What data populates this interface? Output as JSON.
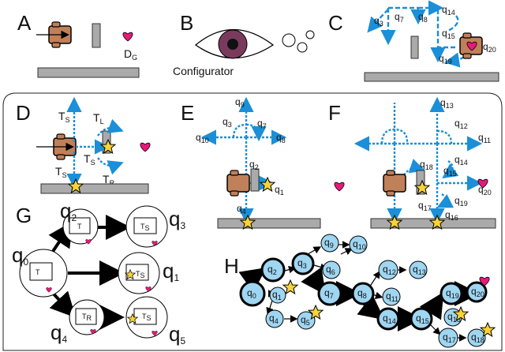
{
  "panels": {
    "A": {
      "letter": "A",
      "goal_label": "D",
      "goal_sub": "G"
    },
    "B": {
      "letter": "B",
      "caption": "Configurator"
    },
    "C": {
      "letter": "C",
      "q3": "q",
      "q3s": "3",
      "q7": "q",
      "q7s": "7",
      "q8": "q",
      "q8s": "8",
      "q14": "q",
      "q14s": "14",
      "q15": "q",
      "q15s": "15",
      "q19": "q",
      "q19s": "19",
      "q20": "q",
      "q20s": "20"
    },
    "D": {
      "letter": "D",
      "ts": "T",
      "ts_sub": "S",
      "tl": "T",
      "tl_sub": "L",
      "tr": "T",
      "tr_sub": "R"
    },
    "E": {
      "letter": "E",
      "states": [
        {
          "t": "q",
          "s": "7"
        },
        {
          "t": "q",
          "s": "8"
        },
        {
          "t": "q",
          "s": "9"
        },
        {
          "t": "q",
          "s": "10"
        },
        {
          "t": "q",
          "s": "3"
        },
        {
          "t": "q",
          "s": "2"
        },
        {
          "t": "q",
          "s": "1"
        },
        {
          "t": "q",
          "s": "4"
        }
      ]
    },
    "F": {
      "letter": "F",
      "states": [
        {
          "t": "q",
          "s": "13"
        },
        {
          "t": "q",
          "s": "12"
        },
        {
          "t": "q",
          "s": "11"
        },
        {
          "t": "q",
          "s": "14"
        },
        {
          "t": "q",
          "s": "15"
        },
        {
          "t": "q",
          "s": "18"
        },
        {
          "t": "q",
          "s": "20"
        },
        {
          "t": "q",
          "s": "19"
        },
        {
          "t": "q",
          "s": "17"
        },
        {
          "t": "q",
          "s": "16"
        }
      ]
    },
    "G": {
      "letter": "G",
      "q0": "q",
      "q0s": "0",
      "q1": "q",
      "q1s": "1",
      "q2": "q",
      "q2s": "2",
      "q3": "q",
      "q3s": "3",
      "q4": "q",
      "q4s": "4",
      "q5": "q",
      "q5s": "5",
      "t": "T",
      "ts": "S",
      "tr": "R"
    },
    "H": {
      "letter": "H",
      "nodes": [
        {
          "id": "q0",
          "t": "q",
          "s": "0"
        },
        {
          "id": "q1",
          "t": "q",
          "s": "1"
        },
        {
          "id": "q2",
          "t": "q",
          "s": "2"
        },
        {
          "id": "q3",
          "t": "q",
          "s": "3"
        },
        {
          "id": "q4",
          "t": "q",
          "s": "4"
        },
        {
          "id": "q5",
          "t": "q",
          "s": "5"
        },
        {
          "id": "q6",
          "t": "q",
          "s": "6"
        },
        {
          "id": "q7",
          "t": "q",
          "s": "7"
        },
        {
          "id": "q8",
          "t": "q",
          "s": "8"
        },
        {
          "id": "q9",
          "t": "q",
          "s": "9"
        },
        {
          "id": "q10",
          "t": "q",
          "s": "10"
        },
        {
          "id": "q11",
          "t": "q",
          "s": "11"
        },
        {
          "id": "q12",
          "t": "q",
          "s": "12"
        },
        {
          "id": "q13",
          "t": "q",
          "s": "13"
        },
        {
          "id": "q14",
          "t": "q",
          "s": "14"
        },
        {
          "id": "q15",
          "t": "q",
          "s": "15"
        },
        {
          "id": "q16",
          "t": "q",
          "s": "16"
        },
        {
          "id": "q17",
          "t": "q",
          "s": "17"
        },
        {
          "id": "q18",
          "t": "q",
          "s": "18"
        },
        {
          "id": "q19",
          "t": "q",
          "s": "19"
        },
        {
          "id": "q20",
          "t": "q",
          "s": "20"
        }
      ]
    }
  },
  "colors": {
    "robot": "#c0805a",
    "arrow": "#1b8fd8",
    "node": "#9fd6f2",
    "star": "#f7d23a",
    "heart": "#e8197a",
    "wall": "#aaaaaa",
    "eye": "#6b2b4a"
  }
}
